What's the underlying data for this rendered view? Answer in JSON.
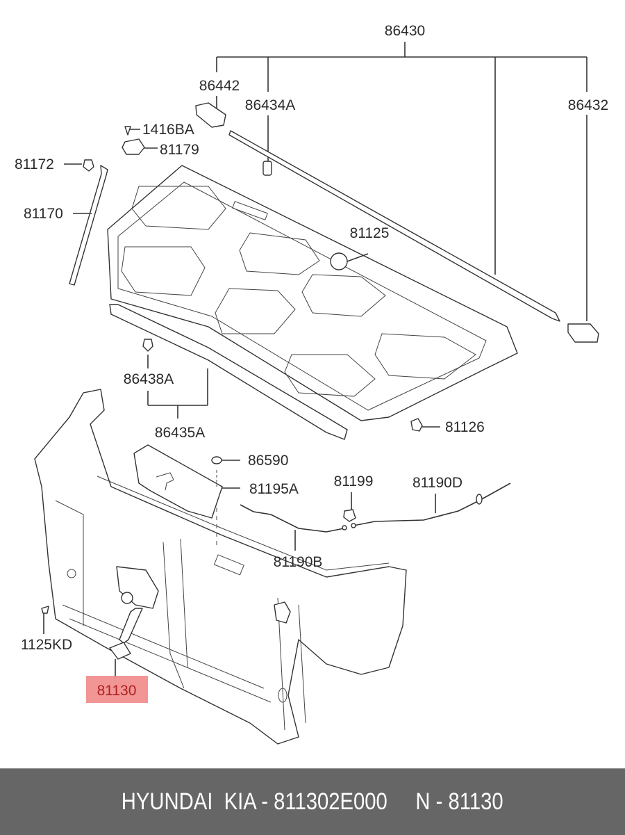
{
  "diagram": {
    "title": "Hood / Front Panel Parts Diagram",
    "highlight_color": "#f08a8a",
    "labels": {
      "p86430": "86430",
      "p86442": "86442",
      "p86434A": "86434A",
      "p86432": "86432",
      "p1416BA": "1416BA",
      "p81179": "81179",
      "p81172": "81172",
      "p81170": "81170",
      "p81125": "81125",
      "p86438A": "86438A",
      "p86435A": "86435A",
      "p81126": "81126",
      "p86590": "86590",
      "p81195A": "81195A",
      "p81199": "81199",
      "p81190D": "81190D",
      "p81190B": "81190B",
      "p1125KD": "1125KD",
      "p81130": "81130"
    },
    "highlighted_part": "81130"
  },
  "footer": {
    "text": "HYUNDAI  KIA - 811302E000     N - 81130",
    "background": "#666666"
  }
}
